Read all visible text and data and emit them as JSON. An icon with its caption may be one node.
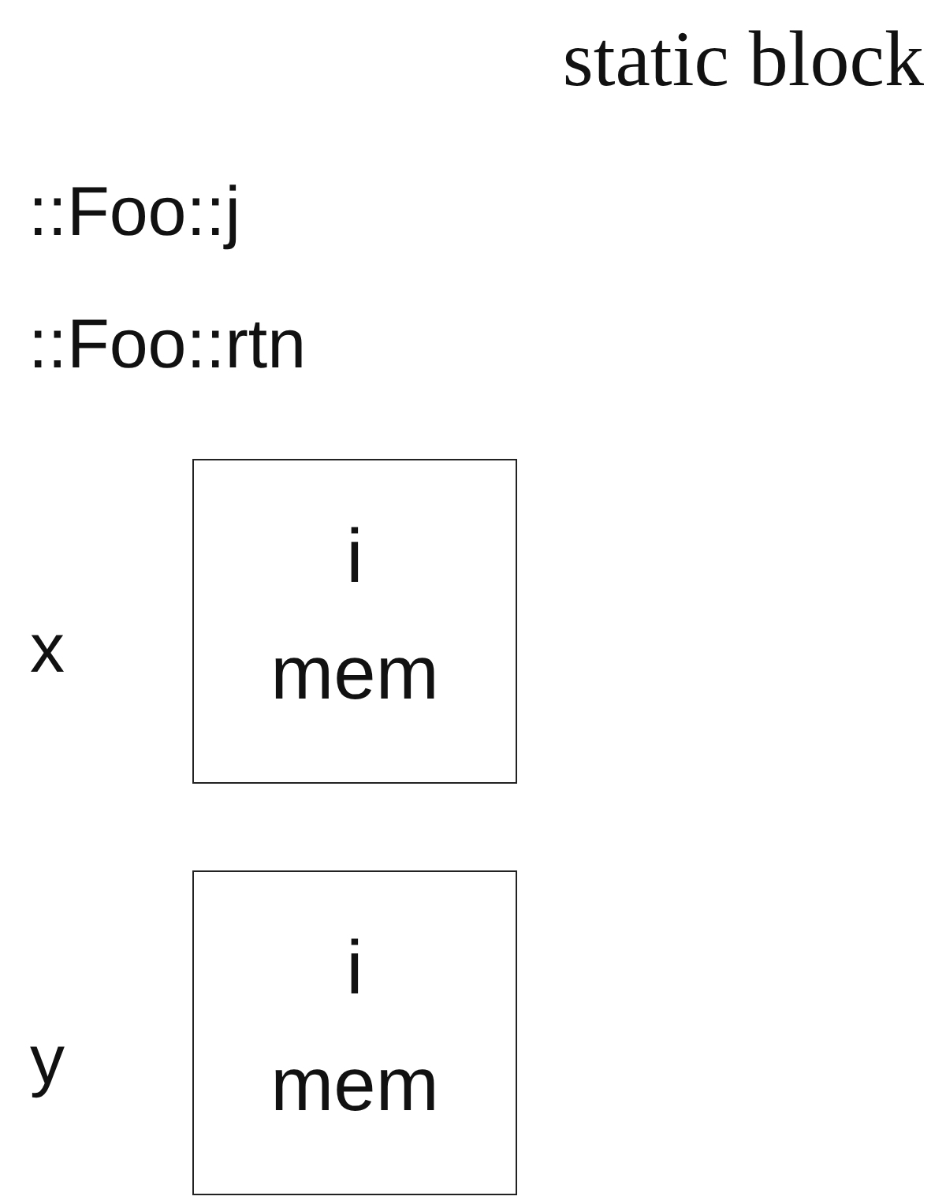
{
  "diagram": {
    "title": "static block",
    "nodes": [
      {
        "text": [
          "i",
          "mem"
        ],
        "beside": [
          "x"
        ]
      },
      {
        "text": [
          "i",
          "mem"
        ],
        "beside": [
          "y"
        ]
      }
    ],
    "labels": [
      "::Foo::j",
      "::Foo::rtn"
    ]
  }
}
